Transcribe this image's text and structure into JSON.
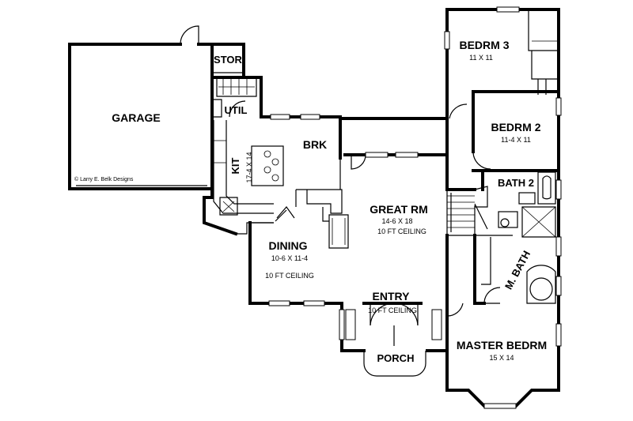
{
  "rooms": {
    "garage": "GARAGE",
    "stor": "STOR",
    "util": "UTIL",
    "kit": "KIT",
    "kit_dim": "17-4 X 14",
    "brk": "BRK",
    "bedrm3": "BEDRM 3",
    "bedrm3_dim": "11 X 11",
    "bedrm2": "BEDRM 2",
    "bedrm2_dim": "11-4 X 11",
    "bath2": "BATH 2",
    "great": "GREAT RM",
    "great_dim": "14-6 X 18",
    "great_ceiling": "10 FT CEILING",
    "dining": "DINING",
    "dining_dim": "10-6 X 11-4",
    "dining_ceiling": "10 FT CEILING",
    "mbath": "M. BATH",
    "entry": "ENTRY",
    "entry_ceiling": "10 FT CEILING",
    "porch": "PORCH",
    "master": "MASTER BEDRM",
    "master_dim": "15 X 14"
  },
  "copyright": "© Larry E. Belk Designs"
}
